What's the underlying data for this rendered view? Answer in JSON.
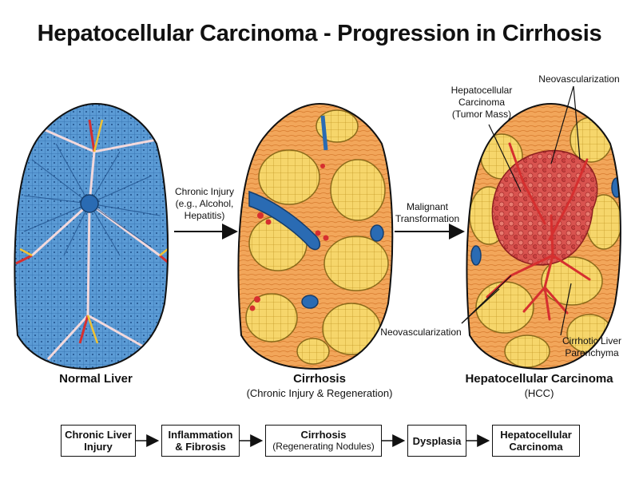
{
  "title": "Hepatocellular Carcinoma - Progression in Cirrhosis",
  "stages": [
    {
      "name": "Normal Liver",
      "subtitle": ""
    },
    {
      "name": "Cirrhosis",
      "subtitle": "(Chronic Injury & Regeneration)"
    },
    {
      "name": "Hepatocellular Carcinoma",
      "subtitle": "(HCC)"
    }
  ],
  "transitions": [
    {
      "lines": [
        "Chronic Injury",
        "(e.g., Alcohol,",
        "Hepatitis)"
      ]
    },
    {
      "lines": [
        "Malignant",
        "Transformation"
      ]
    }
  ],
  "annotations": {
    "tumor": [
      "Hepatocellular",
      "Carcinoma",
      "(Tumor Mass)"
    ],
    "neovasc_top": "Neovascularization",
    "neovasc_bottom": "Neovascularization",
    "parenchyma": [
      "Cirrhotic Liver",
      "Parenchyma"
    ]
  },
  "flow": [
    {
      "line1": "Chronic Liver",
      "line2": "Injury",
      "sub": ""
    },
    {
      "line1": "Inflammation",
      "line2": "& Fibrosis",
      "sub": ""
    },
    {
      "line1": "Cirrhosis",
      "line2": "",
      "sub": "(Regenerating Nodules)"
    },
    {
      "line1": "Dysplasia",
      "line2": "",
      "sub": ""
    },
    {
      "line1": "Hepatocellular",
      "line2": "Carcinoma",
      "sub": ""
    }
  ],
  "colors": {
    "normal_tissue": "#5b9bd5",
    "cirrhotic_stroma": "#f2a65a",
    "nodule": "#f6d66b",
    "tumor": "#d9534f",
    "vessel_red": "#d62f2f"
  }
}
